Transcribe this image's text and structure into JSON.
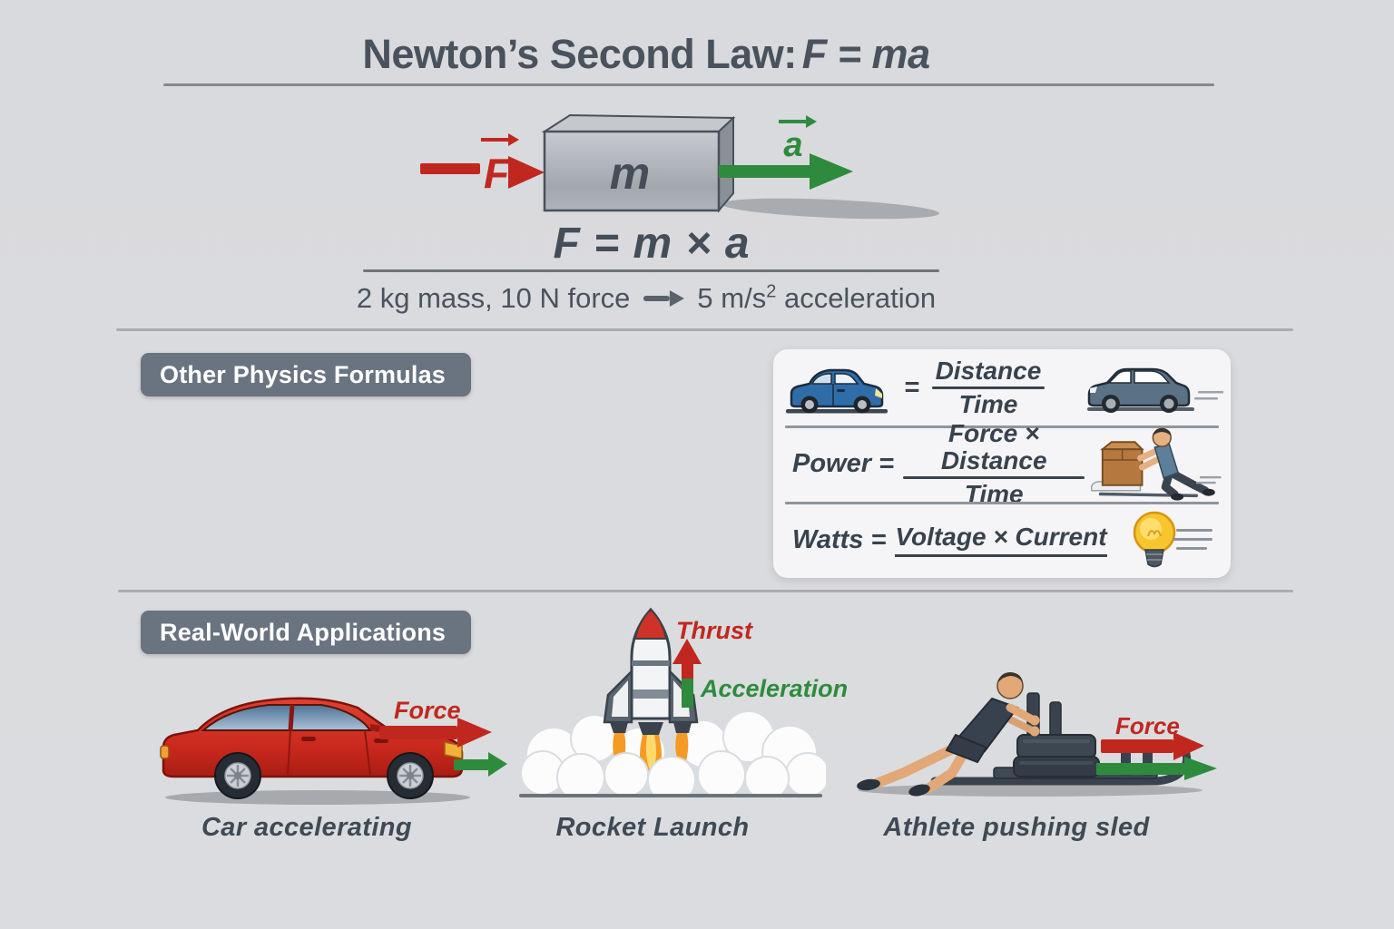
{
  "title": {
    "prefix": "Newton’s Second Law:",
    "formula": "F = ma"
  },
  "hero": {
    "force_label": "F",
    "mass_label": "m",
    "accel_label": "a",
    "equation": "F = m × a",
    "example": {
      "left": "2 kg mass, 10 N force",
      "value": "5 m/s",
      "exponent": "2",
      "tail": "acceleration"
    }
  },
  "formulas": {
    "heading": "Other Physics Formulas",
    "speed_row": {
      "equals": "=",
      "numerator": "Distance",
      "denominator": "Time"
    },
    "power_row": {
      "label": "Power =",
      "numerator": "Force × Distance",
      "denominator": "Time"
    },
    "watts_row": {
      "label": "Watts =",
      "expression": "Voltage × Current"
    }
  },
  "applications": {
    "heading": "Real-World Applications",
    "car": {
      "force_label": "Force",
      "caption": "Car accelerating"
    },
    "rocket": {
      "thrust_label": "Thrust",
      "accel_label": "Acceleration",
      "caption": "Rocket Launch"
    },
    "sled": {
      "force_label": "Force",
      "caption": "Athlete pushing sled"
    }
  },
  "icons": {
    "blue_car": "car-side-icon",
    "dark_car": "car-rear-view-icon",
    "box_pusher": "person-pushing-box-icon",
    "bulb": "lightbulb-icon",
    "red_car": "red-car-illustration",
    "rocket": "rocket-launch-illustration",
    "athlete": "athlete-pushing-sled-illustration"
  },
  "colors": {
    "red": "#c0281f",
    "green": "#2e8b3e",
    "slate": "#454e58",
    "badge_bg": "#6a7380",
    "panel_bg": "#f5f5f7",
    "background": "#d9dadd"
  }
}
